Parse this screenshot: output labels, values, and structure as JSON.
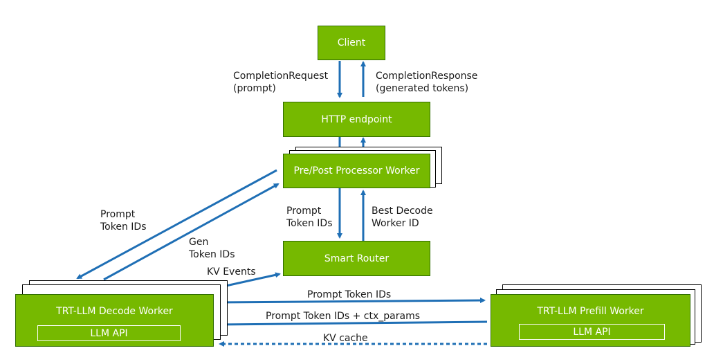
{
  "colors": {
    "box_fill": "#76b900",
    "box_border": "#2e6b00",
    "arrow": "#1f6fb5",
    "text": "#1a1a1a"
  },
  "nodes": {
    "client": "Client",
    "http_endpoint": "HTTP endpoint",
    "processor": "Pre/Post Processor Worker",
    "router": "Smart Router",
    "decode_worker": "TRT-LLM Decode Worker",
    "decode_api": "LLM API",
    "prefill_worker": "TRT-LLM Prefill Worker",
    "prefill_api": "LLM API"
  },
  "edges": {
    "completion_request_1": "CompletionRequest",
    "completion_request_2": "(prompt)",
    "completion_response_1": "CompletionResponse",
    "completion_response_2": "(generated tokens)",
    "prompt_ids_left_1": "Prompt",
    "prompt_ids_left_2": "Token IDs",
    "gen_ids_1": "Gen",
    "gen_ids_2": "Token IDs",
    "prompt_ids_router_1": "Prompt",
    "prompt_ids_router_2": "Token IDs",
    "best_decode_1": "Best Decode",
    "best_decode_2": "Worker ID",
    "kv_events": "KV Events",
    "prompt_token_ids": "Prompt Token IDs",
    "prompt_ctx_params": "Prompt Token IDs + ctx_params",
    "kv_cache": "KV cache"
  }
}
